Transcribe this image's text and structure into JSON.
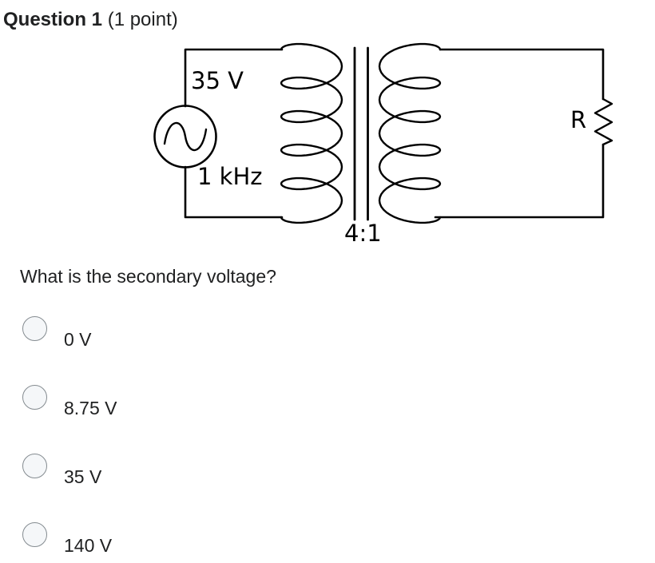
{
  "header": {
    "question_number": "Question 1",
    "points": "(1 point)"
  },
  "diagram": {
    "source_voltage": "35 V",
    "source_frequency": "1 kHz",
    "turns_ratio": "4:1",
    "load_label": "R"
  },
  "question": {
    "text": "What is the secondary voltage?"
  },
  "options": [
    {
      "label": "0 V"
    },
    {
      "label": "8.75 V"
    },
    {
      "label": "35 V"
    },
    {
      "label": "140 V"
    }
  ],
  "colors": {
    "text": "#202122",
    "diagram_stroke": "#000000",
    "radio_border": "#848b90",
    "radio_fill": "#f5f7f9"
  }
}
